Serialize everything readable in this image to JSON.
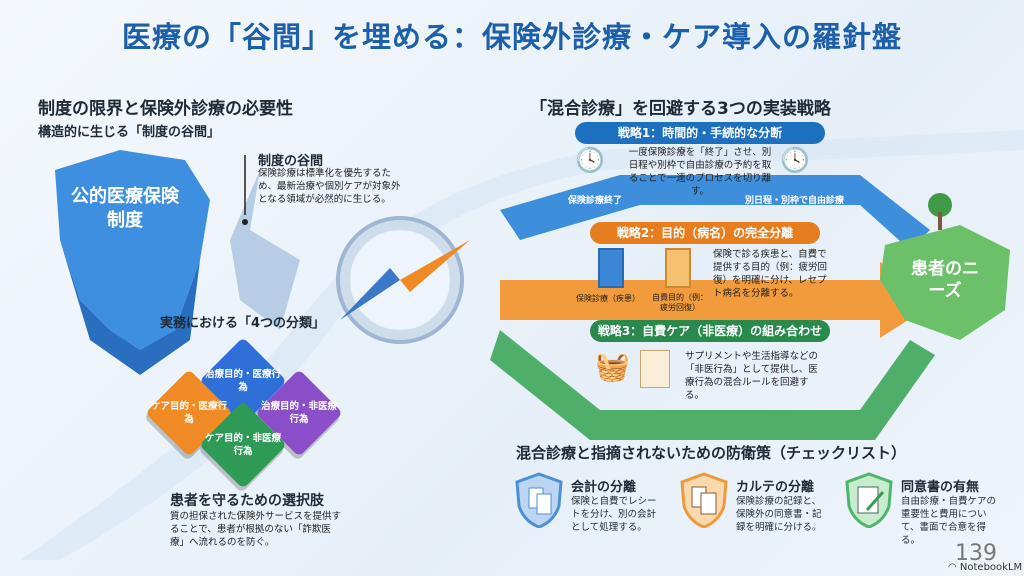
{
  "title": "医療の「谷間」を埋める：保険外診療・ケア導入の羅針盤",
  "left": {
    "heading": "制度の限界と保険外診療の必要性",
    "subheading": "構造的に生じる「制度の谷間」",
    "island_label": "公的医療保険制度",
    "gap": {
      "title": "制度の谷間",
      "body": "保険診療は標準化を優先するため、最新治療や個別ケアが対象外となる領域が必然的に生じる。"
    },
    "categories": {
      "heading": "実務における「4つの分類」",
      "items": [
        {
          "label": "治療目的・医療行為",
          "color": "#2f6fd8"
        },
        {
          "label": "ケア目的・医療行為",
          "color": "#f08a24"
        },
        {
          "label": "治療目的・非医療行為",
          "color": "#8a4fc8"
        },
        {
          "label": "ケア目的・非医療行為",
          "color": "#2e9a55"
        }
      ]
    },
    "choice": {
      "title": "患者を守るための選択肢",
      "body": "質の担保された保険外サービスを提供することで、患者が根拠のない「詐欺医療」へ流れるのを防ぐ。"
    }
  },
  "right": {
    "heading": "「混合診療」を回避する3つの実装戦略",
    "strategies": [
      {
        "label": "戦略1：時間的・手続的な分断",
        "body": "一度保険診療を「終了」させ、別日程や別枠で自由診療の予約を取ることで一連のプロセスを切り離す。",
        "left_caption": "保険診療終了",
        "right_caption": "別日程・別枠で自由診療",
        "color": "#1d6fc0"
      },
      {
        "label": "戦略2：目的（病名）の完全分離",
        "body": "保険で診る疾患と、自費で提供する目的（例：疲労回復）を明確に分け、レセプト病名を分離する。",
        "left_caption": "保険診療（疾患）",
        "right_caption": "自費目的（例：疲労回復）",
        "color": "#e67d1f"
      },
      {
        "label": "戦略3：自費ケア（非医療）の組み合わせ",
        "body": "サプリメントや生活指導などの「非医行為」として提供し、医療行為の混合ルールを回避する。",
        "color": "#2a8a4e"
      }
    ],
    "destination": "患者のニーズ"
  },
  "checklist": {
    "heading": "混合診療と指摘されないための防衛策（チェックリスト）",
    "items": [
      {
        "title": "会計の分離",
        "body": "保険と自費でレシートを分け、別の会計として処理する。",
        "icon": "receipt-shield-icon",
        "color": "#4d8fd6"
      },
      {
        "title": "カルテの分離",
        "body": "保険診療の記録と、保険外の同意書・記録を明確に分ける。",
        "icon": "clipboard-shield-icon",
        "color": "#ef9a3a"
      },
      {
        "title": "同意書の有無",
        "body": "自由診療・自費ケアの重要性と費用について、書面で合意を得る。",
        "icon": "signature-shield-icon",
        "color": "#4fb56c"
      }
    ]
  },
  "page_number": "139",
  "brand": "NotebookLM"
}
